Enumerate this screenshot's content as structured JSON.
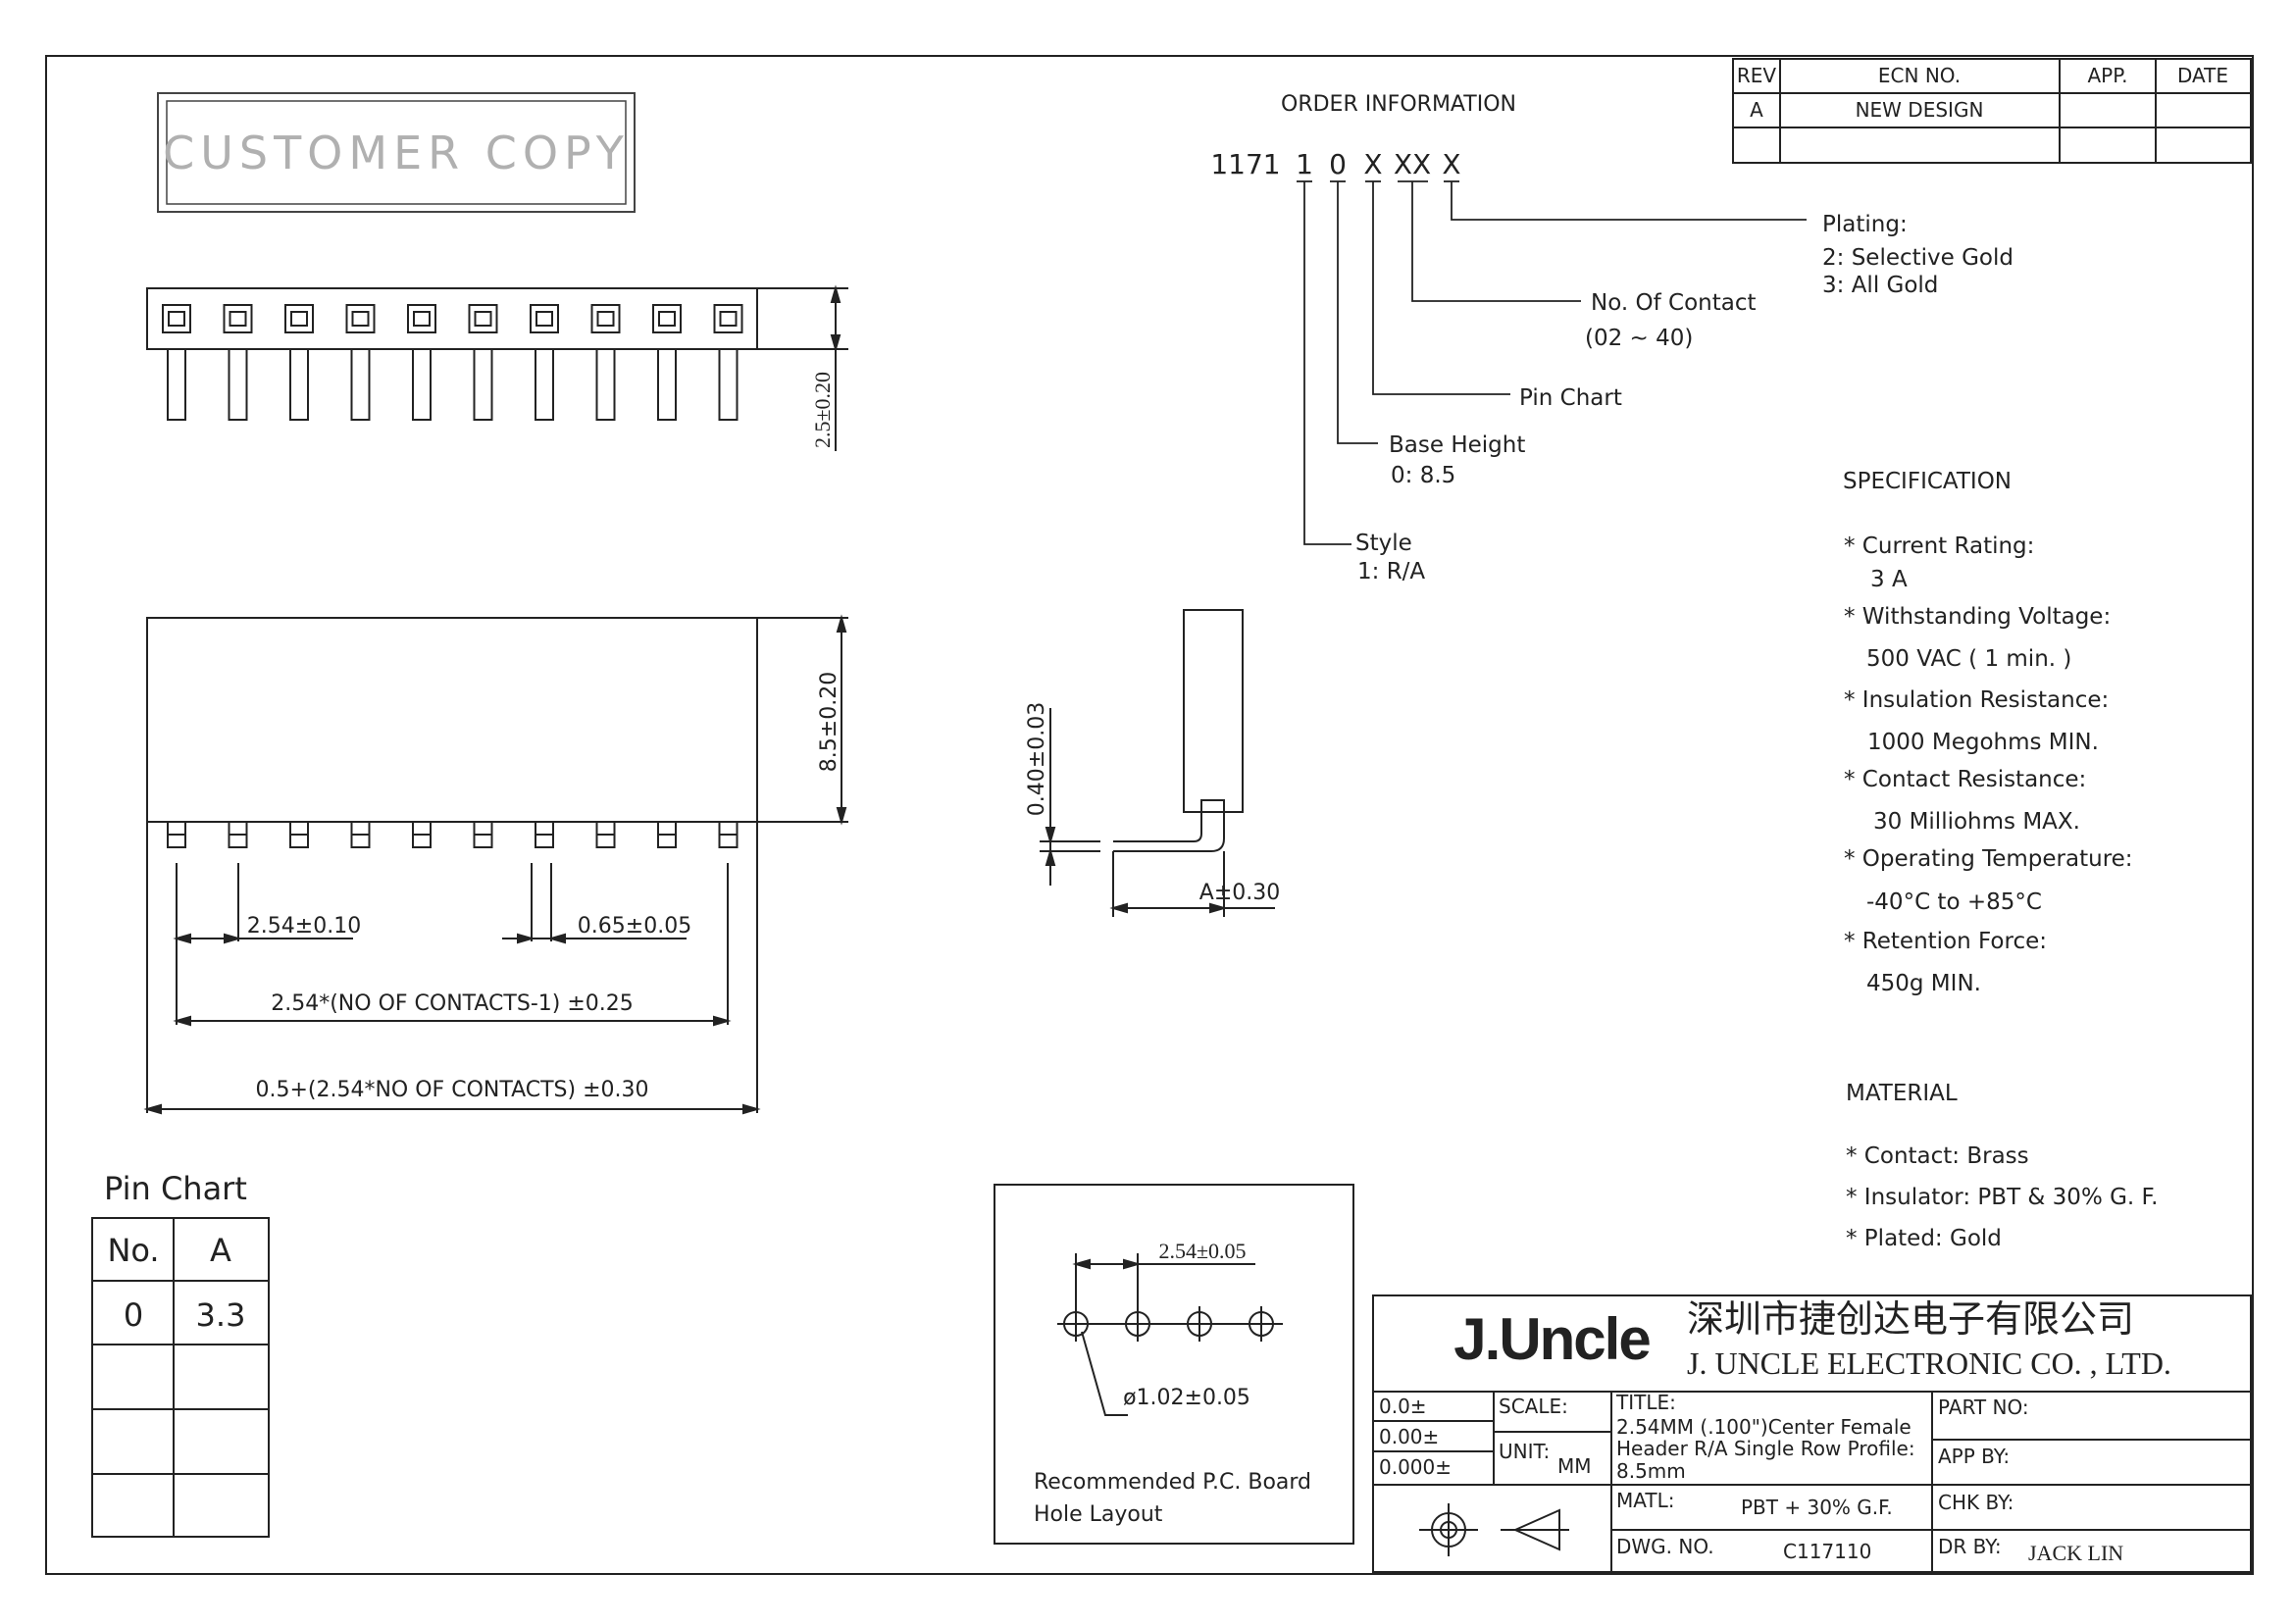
{
  "customer_copy": "CUSTOMER COPY",
  "rev_table": {
    "headers": [
      "REV",
      "ECN NO.",
      "APP.",
      "DATE"
    ],
    "rows": [
      [
        "A",
        "NEW DESIGN",
        "",
        ""
      ]
    ]
  },
  "order_info": {
    "heading": "ORDER INFORMATION",
    "code": [
      "1171",
      "1",
      "0",
      "X",
      "XX",
      "X"
    ],
    "plating": {
      "label": "Plating:",
      "options": [
        "2: Selective Gold",
        "3: All Gold"
      ]
    },
    "contacts": {
      "label": "No. Of Contact",
      "range": "(02 ~ 40)"
    },
    "pin_chart": {
      "label": "Pin Chart"
    },
    "base_height": {
      "label": "Base Height",
      "value": "0: 8.5"
    },
    "style": {
      "label": "Style",
      "value": "1: R/A"
    }
  },
  "dimensions": {
    "top_height": "2.5±0.20",
    "body_height": "8.5±0.20",
    "pitch": "2.54±0.10",
    "pin_width": "0.65±0.05",
    "span": "2.54*(NO OF CONTACTS-1) ±0.25",
    "overall": "0.5+(2.54*NO OF CONTACTS) ±0.30",
    "thickness": "0.40±0.03",
    "a_dim": "A±0.30"
  },
  "specification": {
    "heading": "SPECIFICATION",
    "items": [
      {
        "label": "* Current Rating:",
        "value": "3 A"
      },
      {
        "label": "* Withstanding Voltage:",
        "value": "500 VAC ( 1 min. )"
      },
      {
        "label": "* Insulation Resistance:",
        "value": "1000 Megohms MIN."
      },
      {
        "label": "* Contact Resistance:",
        "value": "30 Milliohms MAX."
      },
      {
        "label": "* Operating Temperature:",
        "value": "-40°C to +85°C"
      },
      {
        "label": "* Retention Force:",
        "value": "450g MIN."
      }
    ]
  },
  "material": {
    "heading": "MATERIAL",
    "items": [
      "* Contact: Brass",
      "* Insulator: PBT & 30% G. F.",
      "* Plated: Gold"
    ]
  },
  "pin_chart_table": {
    "title": "Pin Chart",
    "headers": [
      "No.",
      "A"
    ],
    "rows": [
      [
        "0",
        "3.3"
      ],
      [
        "",
        ""
      ],
      [
        "",
        ""
      ],
      [
        "",
        ""
      ]
    ]
  },
  "pcb_layout": {
    "pitch": "2.54±0.05",
    "hole": "ø1.02±0.05",
    "caption": [
      "Recommended P.C. Board",
      "Hole Layout"
    ]
  },
  "title_block": {
    "logo": "J.Uncle",
    "company_cn": "深圳市捷创达电子有限公司",
    "company_en": "J. UNCLE ELECTRONIC CO. , LTD.",
    "tolerances": [
      "0.0±",
      "0.00±",
      "0.000±"
    ],
    "scale_label": "SCALE:",
    "unit_label": "UNIT:",
    "unit_value": "MM",
    "title_label": "TITLE:",
    "title_lines": [
      "2.54MM (.100\")Center Female",
      "Header R/A Single Row Profile:",
      "8.5mm"
    ],
    "matl_label": "MATL:",
    "matl_value": "PBT + 30% G.F.",
    "dwg_label": "DWG. NO.",
    "dwg_value": "C117110",
    "part_no_label": "PART NO:",
    "app_by_label": "APP BY:",
    "chk_by_label": "CHK BY:",
    "dr_by_label": "DR BY:",
    "dr_by_value": "JACK LIN"
  },
  "colors": {
    "line": "#222222",
    "faded": "#aaaaaa"
  }
}
